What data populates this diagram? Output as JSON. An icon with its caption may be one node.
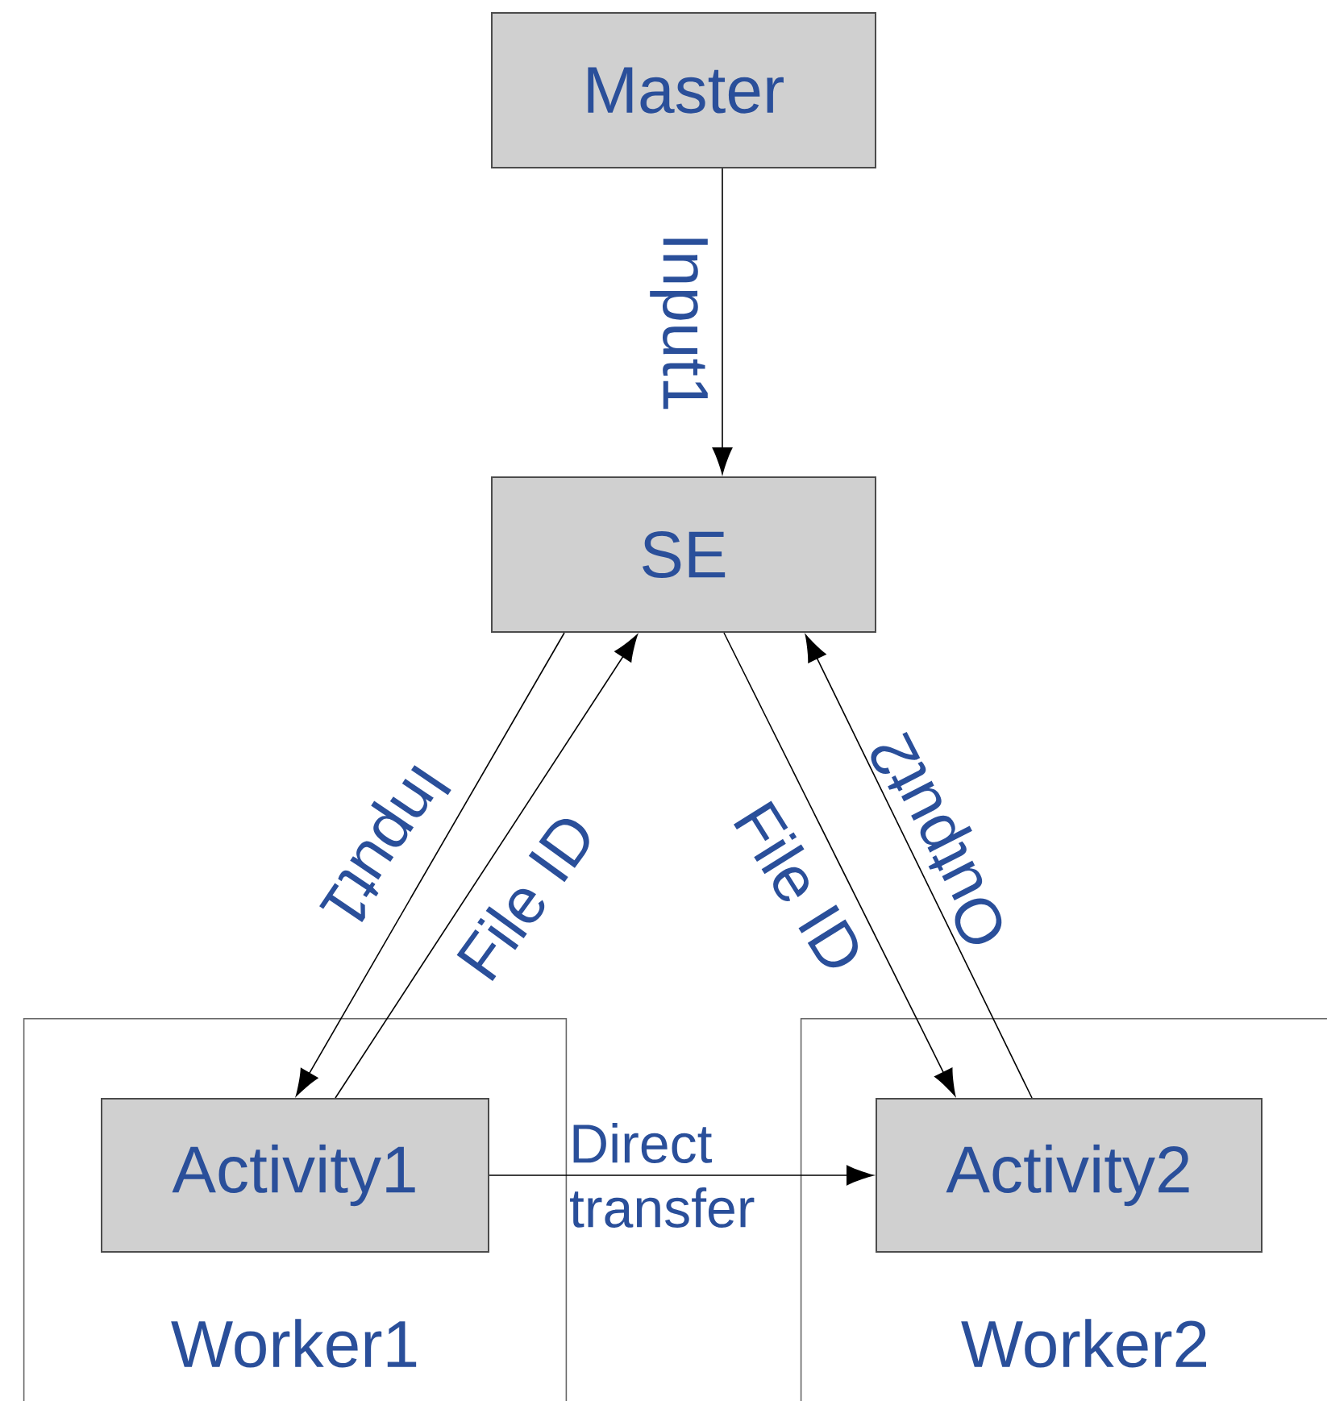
{
  "diagram": {
    "nodes": [
      {
        "text": [
          "Master"
        ]
      },
      {
        "text": [
          "SE"
        ]
      },
      {
        "text": [
          "Worker1"
        ]
      },
      {
        "text": [
          "Activity1"
        ],
        "in": 2
      },
      {
        "text": [
          "Worker2"
        ]
      },
      {
        "text": [
          "Activity2"
        ],
        "in": 4
      }
    ],
    "edges": [
      {
        "from": 0,
        "to": 1,
        "arrow": "to",
        "label": "Input1"
      },
      {
        "from": 1,
        "to": 3,
        "arrow": "to",
        "label": "Input1"
      },
      {
        "from": 3,
        "to": 1,
        "arrow": "to",
        "label": "File ID"
      },
      {
        "from": 1,
        "to": 5,
        "arrow": "to",
        "label": "File ID"
      },
      {
        "from": 5,
        "to": 1,
        "arrow": "to",
        "label": "Output2"
      },
      {
        "from": 3,
        "to": 5,
        "arrow": "to",
        "label": "Direct transfer"
      }
    ]
  }
}
